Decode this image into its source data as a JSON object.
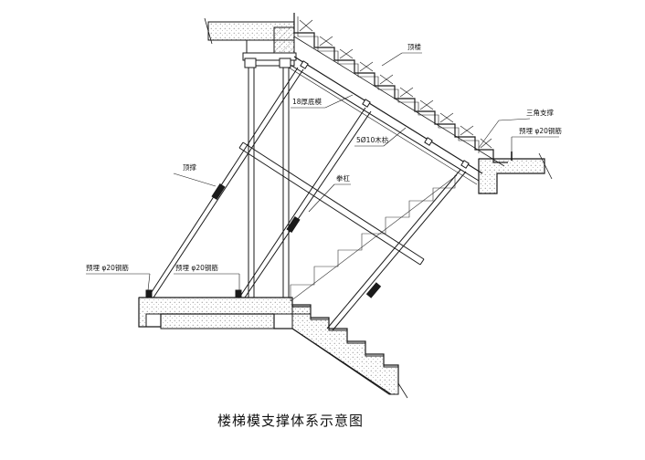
{
  "caption": "楼梯模支撑体系示意图",
  "labels": {
    "top_step": "顶楼",
    "template_18": "18厚底模",
    "triangle_support": "三角支撑",
    "embed_right": "预埋 φ20钢筋",
    "keel_5010": "5Ø10木枋",
    "brace_left": "顶撑",
    "tie_rod": "拳杠",
    "embed_left": "预埋 φ20钢筋",
    "embed_middle": "预埋 φ20钢筋"
  },
  "colors": {
    "line": "#1a1a1a",
    "fill": "#f7f7f7"
  }
}
